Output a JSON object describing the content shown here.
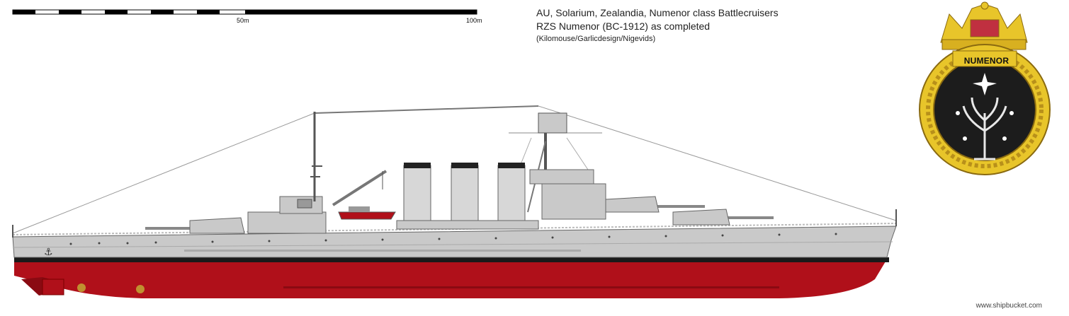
{
  "header": {
    "line1": "AU, Solarium, Zealandia, Numenor class Battlecruisers",
    "line2": "RZS Numenor (BC-1912) as completed",
    "line3": "(Kilomouse/Garlicdesign/Nigevids)"
  },
  "scale_bar": {
    "label_mid": "50m",
    "label_end": "100m"
  },
  "badge": {
    "name": "NUMENOR"
  },
  "footer": {
    "credit": "www.shipbucket.com"
  },
  "colors": {
    "hull_grey": "#c9c9c9",
    "hull_red": "#b0101a",
    "boot_black": "#1a1a1a",
    "rope_gold": "#e8c52a",
    "badge_bg": "#1c1c1c"
  }
}
